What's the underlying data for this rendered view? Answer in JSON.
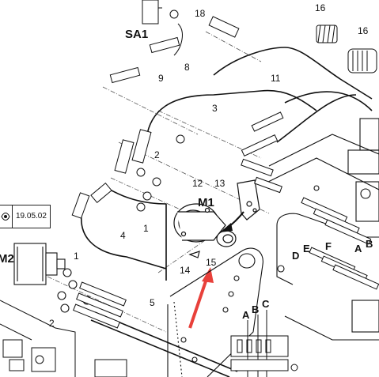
{
  "part_labels": {
    "n18": "18",
    "n16a": "16",
    "n16b": "16",
    "sa1": "SA1",
    "n9": "9",
    "n8": "8",
    "n3": "3",
    "n11": "11",
    "n2a": "2",
    "n2b": "2",
    "n12": "12",
    "n13": "13",
    "m1": "M1",
    "n1a": "1",
    "n1b": "1",
    "n4": "4",
    "n14": "14",
    "n15": "15",
    "n5": "5",
    "m2": "M2"
  },
  "letter_labels": {
    "e": "E",
    "f": "F",
    "a_right": "A",
    "b_right": "B",
    "d": "D",
    "a_bottom": "A",
    "b_bottom": "B",
    "c_bottom": "C"
  },
  "reference": {
    "icon": "eye-icon",
    "date": "19.05.02"
  },
  "colors": {
    "line": "#111111",
    "dash": "#555555",
    "arrow": "#e8403a"
  }
}
